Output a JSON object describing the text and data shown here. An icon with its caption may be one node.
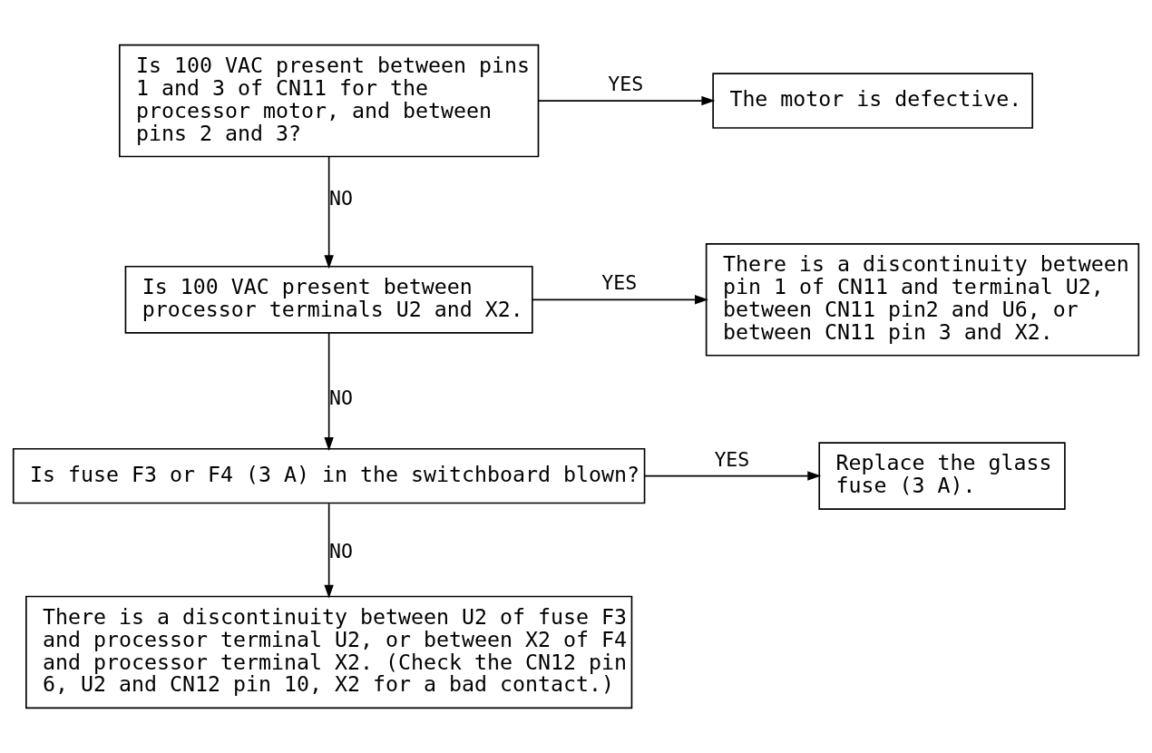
{
  "diagram": {
    "nodes": [
      {
        "text": [
          "Is 100 VAC present between pins 1 and 3 of CN11 for the processor motor, and between pins 2 and 3?"
        ]
      },
      {
        "text": [
          "The motor is defective."
        ]
      },
      {
        "text": [
          "Is 100 VAC present between processor terminals U2 and X2."
        ]
      },
      {
        "text": [
          "There is a discontinuity between pin 1 of CN11 and terminal U2, between CN11 pin2 and U6, or between CN11 pin 3 and X2."
        ]
      },
      {
        "text": [
          "Is fuse F3 or F4 (3 A) in the switchboard blown?"
        ]
      },
      {
        "text": [
          "Replace the glass fuse (3 A)."
        ]
      },
      {
        "text": [
          "There is a discontinuity between U2 of fuse F3 and processor terminal U2, or between X2 of F4 and processor terminal X2. (Check the CN12 pin 6, U2 and CN12 pin 10, X2 for a bad contact.)"
        ]
      }
    ],
    "edges": [
      {
        "from": 0,
        "to": 1,
        "arrow": "to",
        "label": "YES"
      },
      {
        "from": 0,
        "to": 2,
        "arrow": "to",
        "label": "NO"
      },
      {
        "from": 2,
        "to": 3,
        "arrow": "to",
        "label": "YES"
      },
      {
        "from": 2,
        "to": 4,
        "arrow": "to",
        "label": "NO"
      },
      {
        "from": 4,
        "to": 5,
        "arrow": "to",
        "label": "YES"
      },
      {
        "from": 4,
        "to": 6,
        "arrow": "to",
        "label": "NO"
      }
    ]
  }
}
